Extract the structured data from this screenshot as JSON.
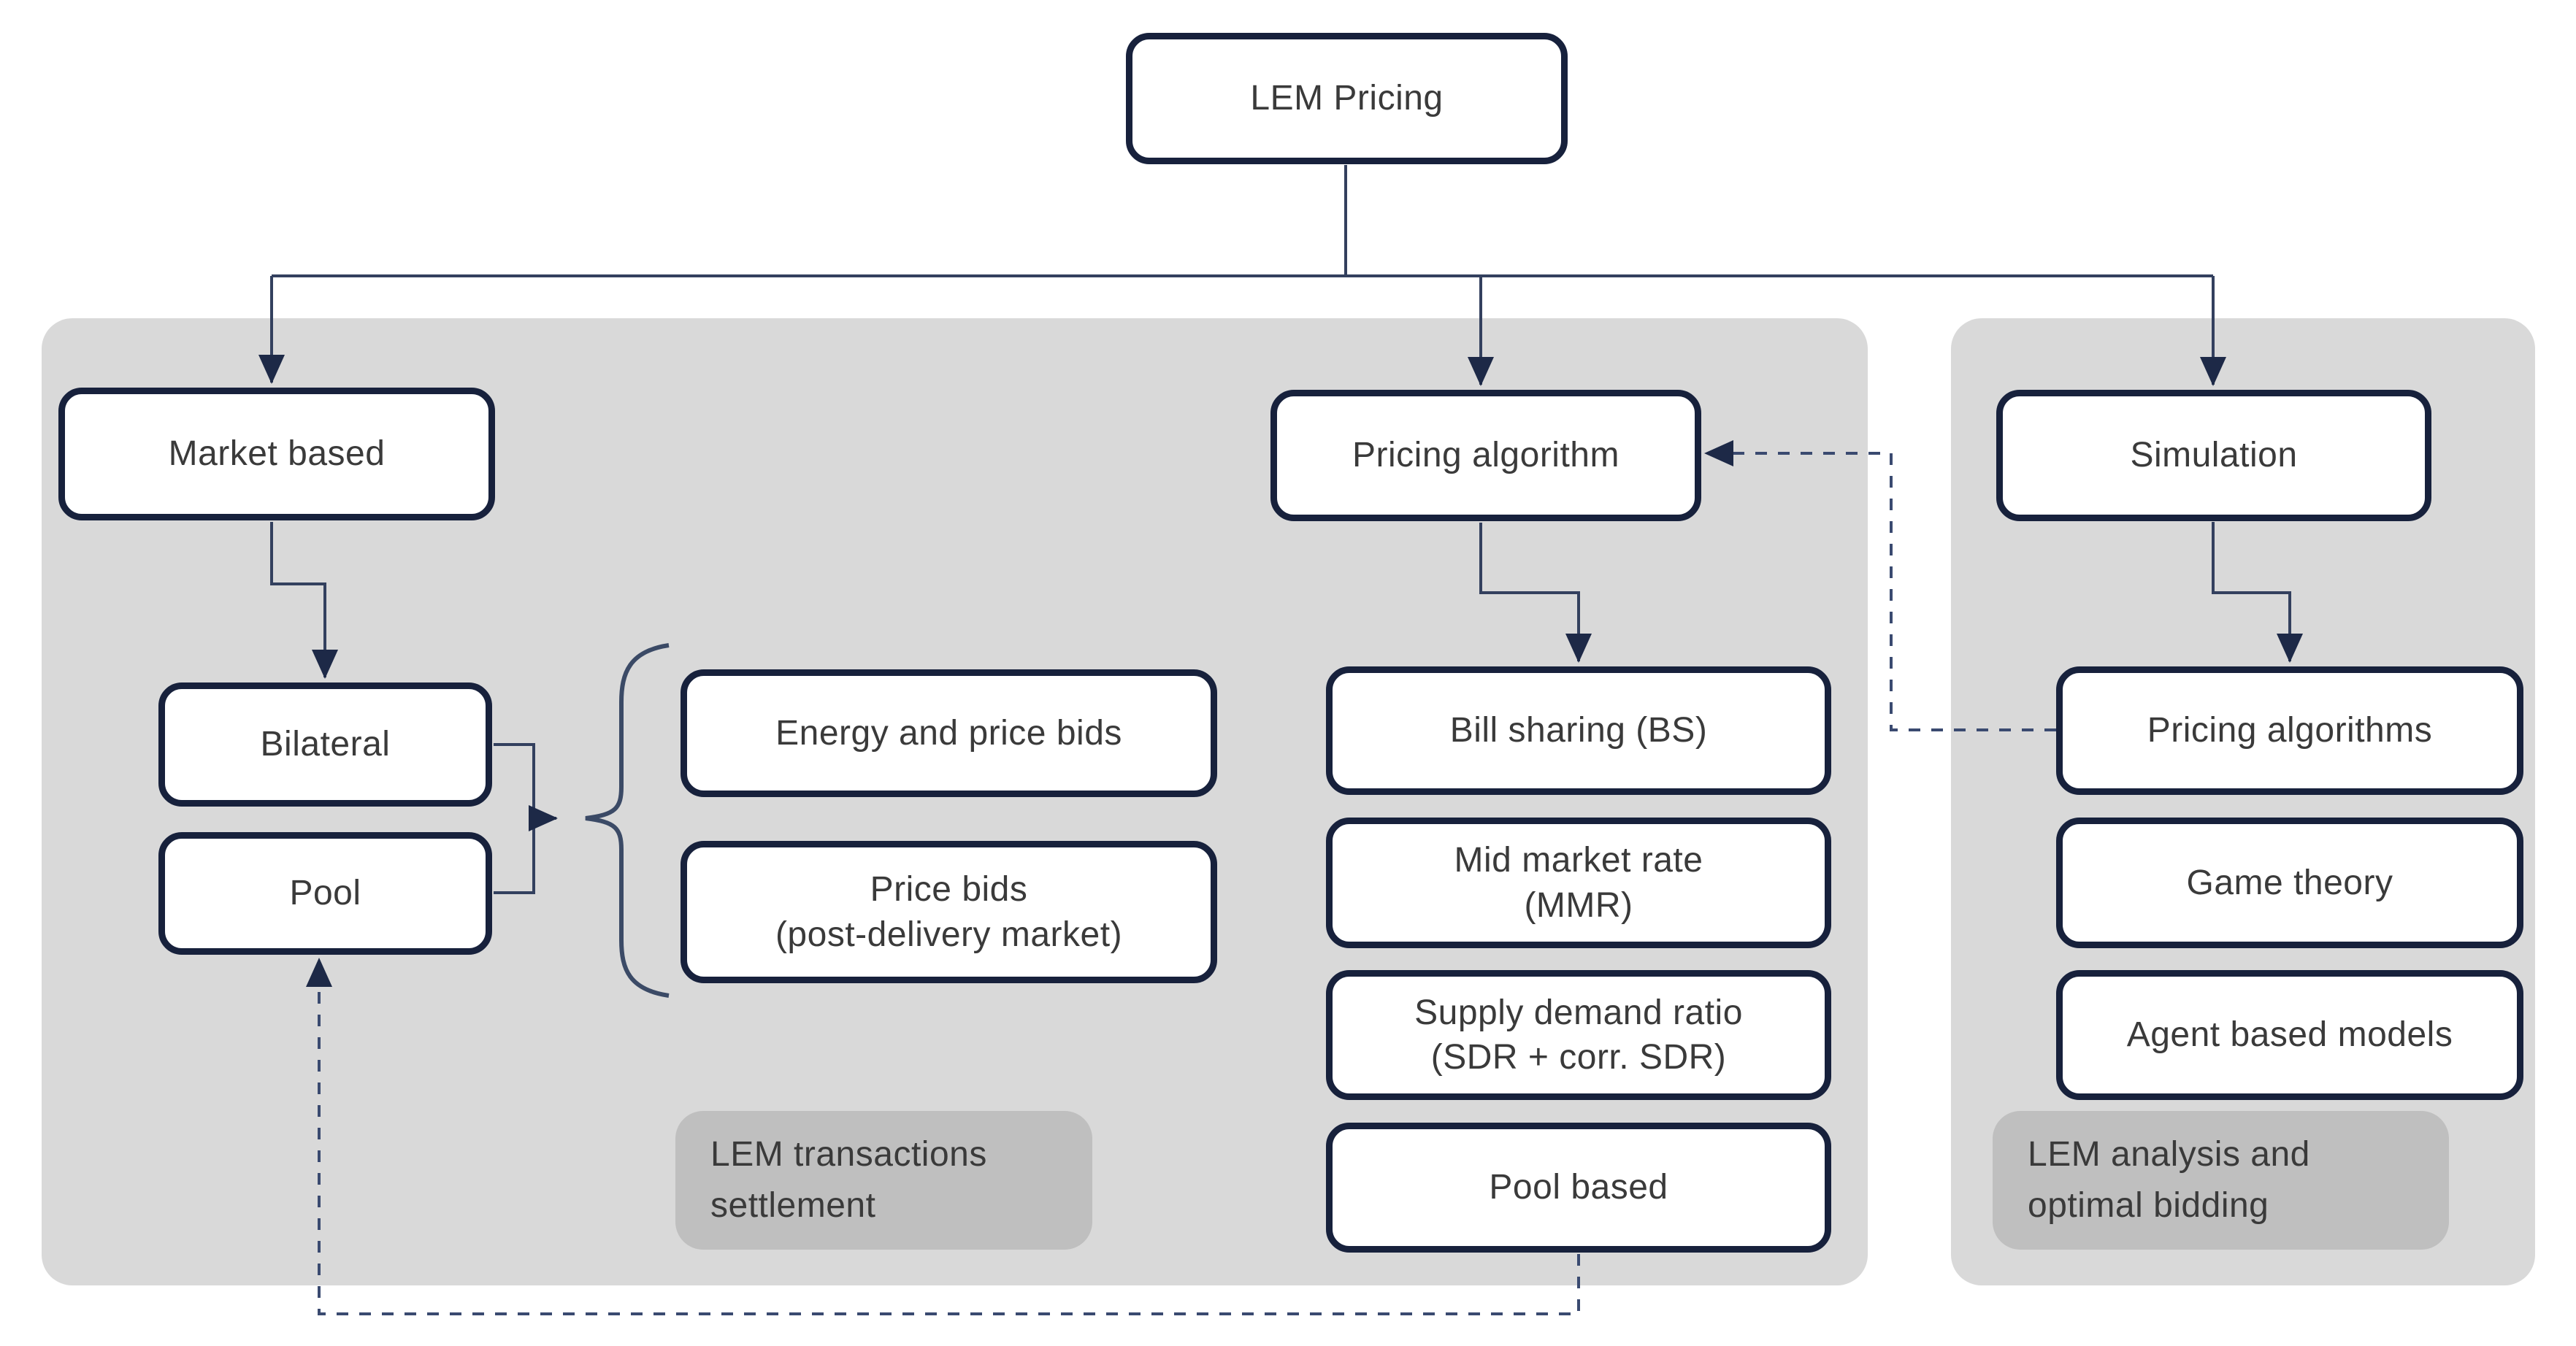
{
  "nodes": {
    "lem_pricing": "LEM Pricing",
    "market_based": "Market based",
    "bilateral": "Bilateral",
    "pool": "Pool",
    "energy_and_price_bids": "Energy and price bids",
    "price_bids": "Price bids\n(post-delivery market)",
    "pricing_algorithm": "Pricing algorithm",
    "bill_sharing": "Bill sharing (BS)",
    "mid_market_rate": "Mid market rate\n(MMR)",
    "supply_demand_ratio": "Supply demand ratio\n(SDR + corr. SDR)",
    "pool_based": "Pool based",
    "simulation": "Simulation",
    "pricing_algorithms": "Pricing algorithms",
    "game_theory": "Game theory",
    "agent_based_models": "Agent based models"
  },
  "annotations": {
    "left_panel_note": "LEM transactions\nsettlement",
    "right_panel_note": "LEM analysis and\noptimal bidding"
  },
  "colors": {
    "node_border": "#17213c",
    "connector_line": "#33405e",
    "arrowhead": "#1d2947",
    "dashed_line": "#3a4a70",
    "panel_bg": "#d9d9d9",
    "note_bg": "#bfbfbf",
    "text": "#3a3a3a",
    "canvas_bg": "#ffffff"
  }
}
